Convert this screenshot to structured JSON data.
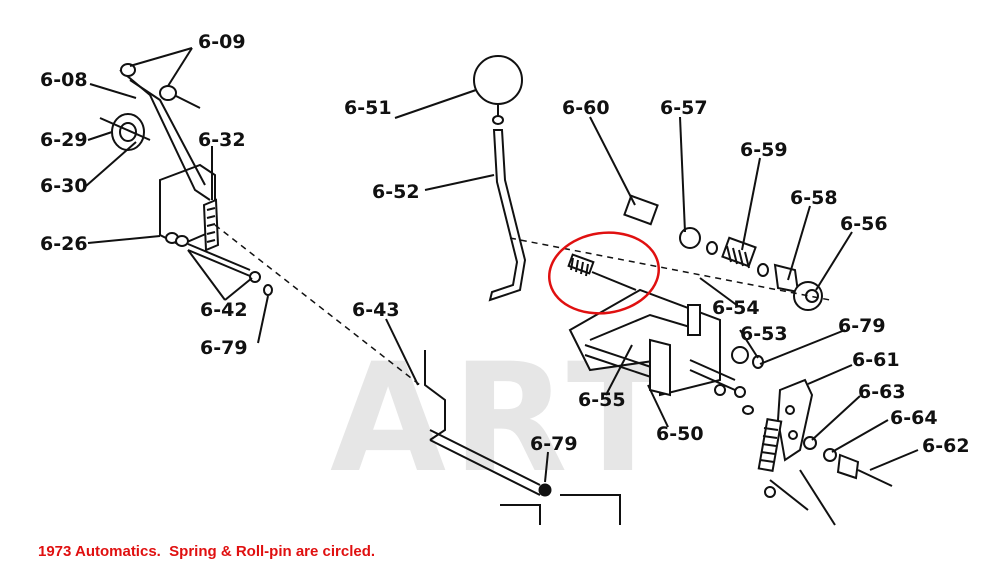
{
  "watermark": "ART",
  "caption": {
    "text": "1973 Automatics.  Spring & Roll-pin are circled.",
    "color": "#e01010"
  },
  "highlight_color": "#e01010",
  "parts": {
    "p609": "6-09",
    "p608": "6-08",
    "p629": "6-29",
    "p632": "6-32",
    "p630": "6-30",
    "p626": "6-26",
    "p642": "6-42",
    "p679a": "6-79",
    "p643": "6-43",
    "p679b": "6-79",
    "p651": "6-51",
    "p652": "6-52",
    "p660": "6-60",
    "p657": "6-57",
    "p659": "6-59",
    "p658": "6-58",
    "p656": "6-56",
    "p654": "6-54",
    "p653": "6-53",
    "p679c": "6-79",
    "p655": "6-55",
    "p650": "6-50",
    "p661": "6-61",
    "p663": "6-63",
    "p664": "6-64",
    "p662": "6-62"
  }
}
